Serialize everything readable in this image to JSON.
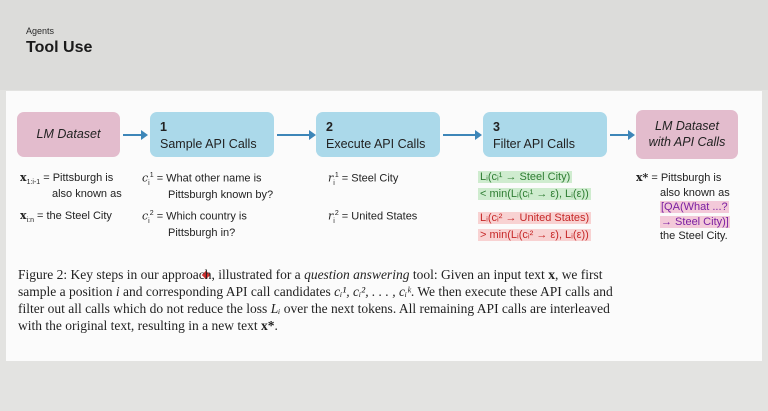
{
  "header": {
    "kicker": "Agents",
    "title": "Tool Use"
  },
  "diagram": {
    "lm_dataset": "LM Dataset",
    "step1": {
      "num": "1",
      "label": "Sample API Calls"
    },
    "step2": {
      "num": "2",
      "label": "Execute API Calls"
    },
    "step3": {
      "num": "3",
      "label": "Filter API Calls"
    },
    "lm_dataset_api": {
      "line1": "LM Dataset",
      "line2": "with API Calls"
    },
    "x_prefix": {
      "sym": "x",
      "sub": "1:i-1",
      "line1": " = Pittsburgh is",
      "line2": "also known as"
    },
    "x_suffix": {
      "sym": "x",
      "sub": "i:n",
      "text": " = the Steel City"
    },
    "c1": {
      "sym": "c",
      "sub": "i",
      "sup": "1",
      "line1": " = What other name is",
      "line2": "Pittsburgh known by?"
    },
    "c2": {
      "sym": "c",
      "sub": "i",
      "sup": "2",
      "line1": " = Which country is",
      "line2": "Pittsburgh in?"
    },
    "r1": {
      "sym": "r",
      "sub": "i",
      "sup": "1",
      "text": " = Steel City"
    },
    "r2": {
      "sym": "r",
      "sub": "i",
      "sup": "2",
      "text": " = United States"
    },
    "f1": {
      "line1": "Lᵢ(cᵢ¹ → Steel City)",
      "line2": "< min(Lᵢ(cᵢ¹ → ε), Lᵢ(ε))"
    },
    "f2": {
      "line1": "Lᵢ(cᵢ² → United States)",
      "line2": "> min(Lᵢ(cᵢ² → ε), Lᵢ(ε))"
    },
    "xstar": {
      "sym": "x*",
      "line1": " = Pittsburgh is",
      "line2": "also known as",
      "line3": "[QA(What ...?",
      "line4": "→ Steel City)]",
      "line5": "the Steel City."
    }
  },
  "caption": {
    "l1a": "Figure 2:  Key steps in our approach, illustrated for a ",
    "l1b": "question answering",
    "l1c": " tool: Given an input text ",
    "l1d": "x",
    "l1e": ", we first",
    "l2a": "sample a position ",
    "l2b": "i",
    "l2c": " and corresponding API call candidates ",
    "l2d": "cᵢ¹, cᵢ², . . . , cᵢᵏ",
    "l2e": ".  We then execute these API calls and",
    "l3a": "filter out all calls which do not reduce the loss ",
    "l3b": "Lᵢ",
    "l3c": " over the next tokens.  All remaining API calls are interleaved",
    "l4a": "with the original text, resulting in a new text ",
    "l4b": "x*",
    "l4c": "."
  }
}
